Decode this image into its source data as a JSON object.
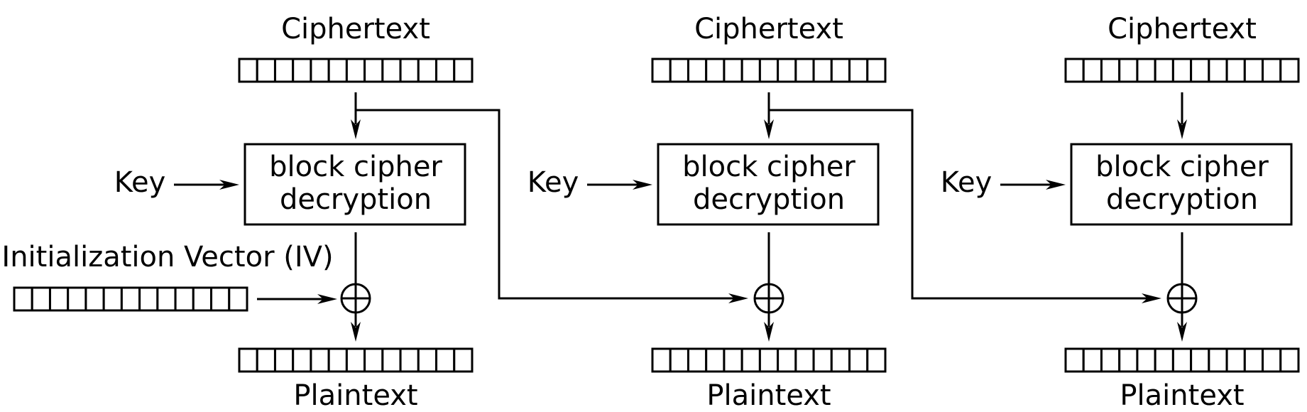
{
  "labels": {
    "ciphertext": "Ciphertext",
    "plaintext": "Plaintext",
    "key": "Key",
    "block_line1": "block cipher",
    "block_line2": "decryption",
    "iv": "Initialization Vector (IV)"
  },
  "stages": 3,
  "register_cells": 13,
  "colors": {
    "stroke": "#000000",
    "background": "#ffffff"
  },
  "icons": {
    "xor": "circled-plus-icon",
    "arrow": "arrowhead-icon"
  }
}
